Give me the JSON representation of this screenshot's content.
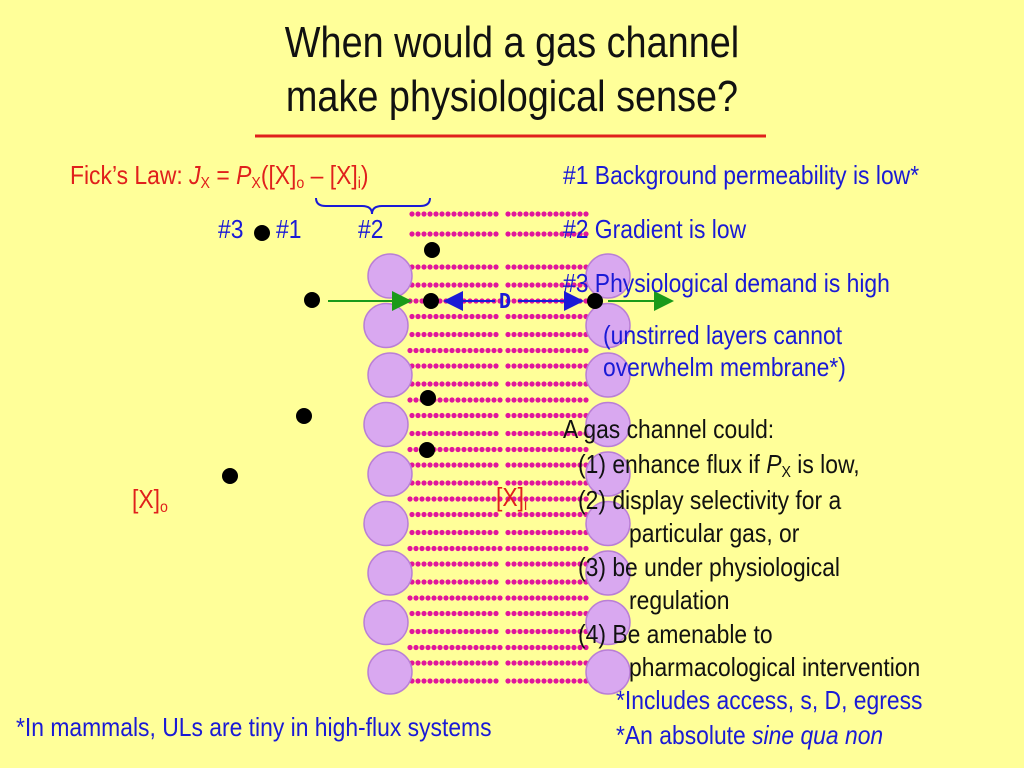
{
  "title": {
    "line1": "When would a gas channel",
    "line2": "make physiological sense?"
  },
  "fick": {
    "prefix": "Fick’s Law:",
    "J": "J",
    "X": "X",
    "eq": "=",
    "P": "P",
    "bracket_open": "([X]",
    "o": "o",
    "dash": " – [X]",
    "i": "i",
    "close": ")"
  },
  "markers": {
    "m3": "#3",
    "m1": "#1",
    "m2": "#2"
  },
  "conc": {
    "outside": "[X]",
    "outside_sub": "o",
    "inside": "[X]",
    "inside_sub": "i"
  },
  "diffusion_label": "D",
  "conditions": [
    "#1 Background permeability is low*",
    "#2 Gradient is low",
    "#3 Physiological demand is high",
    "(unstirred layers cannot",
    "overwhelm membrane*)"
  ],
  "channel": {
    "heading": "A gas channel could:",
    "item1_pre": "(1) enhance flux if ",
    "item1_P": "P",
    "item1_X": "X",
    "item1_post": " is low,",
    "item2a": "(2) display selectivity for a",
    "item2b": "particular gas, or",
    "item3a": "(3) be under physiological",
    "item3b": "regulation",
    "item4a": "(4) Be amenable to",
    "item4b": "pharmacological intervention"
  },
  "footnotes": {
    "left": "*In mammals, ULs are tiny in high-flux systems",
    "right1": "*Includes access, s, D, egress",
    "right2_pre": "*An absolute ",
    "right2_em": "sine qua non"
  },
  "colors": {
    "background": "#ffff99",
    "red": "#e0201c",
    "blue": "#1a1ad6",
    "lipid_head": "#d9a8f0",
    "lipid_tail": "#e0169b",
    "arrow_green": "#1a9a1a"
  }
}
